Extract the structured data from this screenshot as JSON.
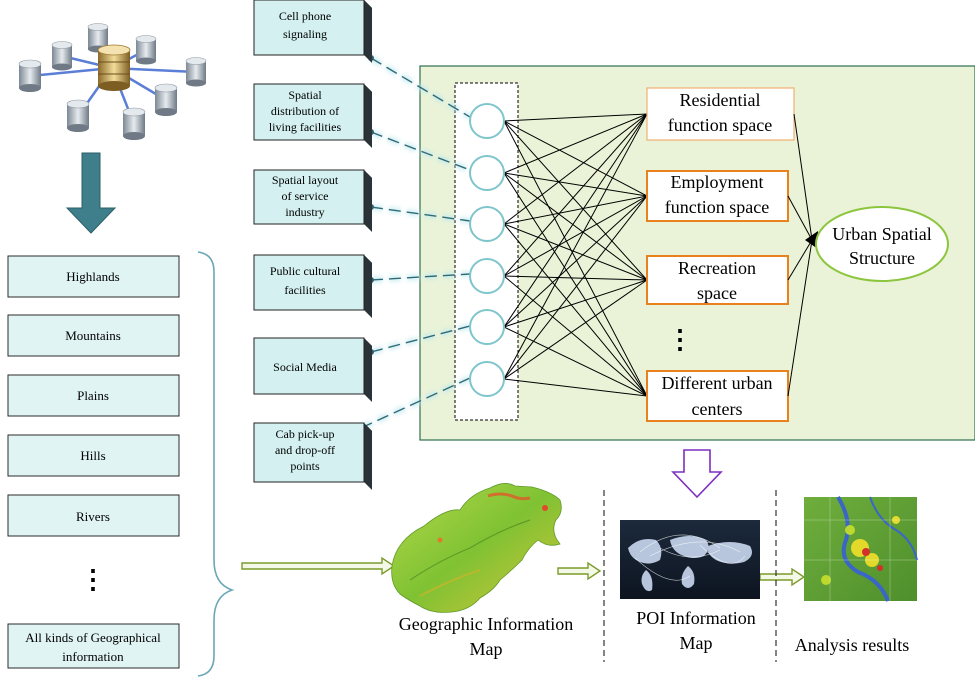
{
  "sources": [
    {
      "lines": [
        "Cell phone",
        "signaling"
      ]
    },
    {
      "lines": [
        "Spatial",
        "distribution of",
        "living facilities"
      ]
    },
    {
      "lines": [
        "Spatial layout",
        "of service",
        "industry"
      ]
    },
    {
      "lines": [
        "Public cultural",
        "facilities"
      ]
    },
    {
      "lines": [
        "Social Media"
      ]
    },
    {
      "lines": [
        "Cab pick-up",
        "and drop-off",
        "points"
      ]
    }
  ],
  "geo_items": [
    "Highlands",
    "Mountains",
    "Plains",
    "Hills",
    "Rivers"
  ],
  "geo_ellipsis": "⋮",
  "geo_last": {
    "lines": [
      "All kinds of Geographical",
      "information"
    ]
  },
  "spaces": [
    {
      "lines": [
        "Residential",
        "function space"
      ]
    },
    {
      "lines": [
        "Employment",
        "function space"
      ]
    },
    {
      "lines": [
        "Recreation",
        "space"
      ]
    },
    {
      "lines": [
        "Different urban",
        "centers"
      ]
    }
  ],
  "spaces_ellipsis": "⋮",
  "structure": {
    "lines": [
      "Urban Spatial",
      "Structure"
    ]
  },
  "outputs": {
    "geo_map": {
      "lines": [
        "Geographic Information",
        "Map"
      ]
    },
    "poi_map": {
      "lines": [
        "POI Information",
        "Map"
      ]
    },
    "analysis": {
      "lines": [
        "Analysis results"
      ]
    }
  },
  "colors": {
    "panel_fill": "#eaf3d8",
    "panel_border": "#2f6f4f",
    "node_stroke": "#7fc6cc",
    "source_box": "#d4f0f0",
    "geo_box": "#e0f4f4",
    "space_border": "#e8821f",
    "ellipse_border": "#8cc63f",
    "big_arrow": "#3f7f8c",
    "purple_arrow": "#7d2fc0",
    "green_arrow": "#7b9a2a"
  }
}
